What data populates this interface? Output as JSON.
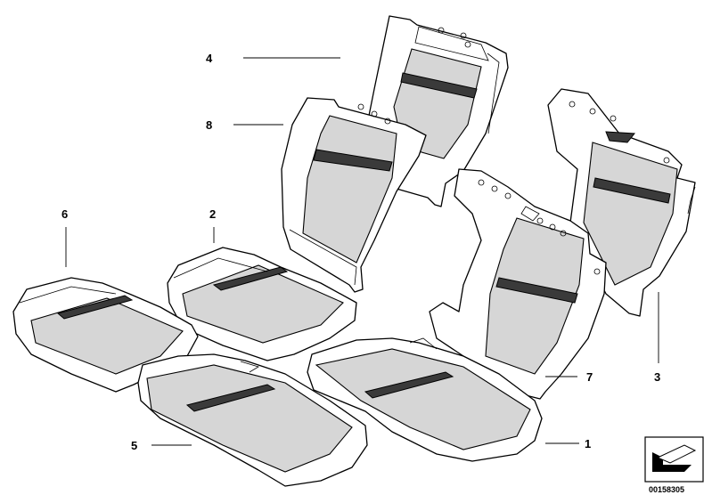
{
  "callouts": {
    "c1": "1",
    "c2": "2",
    "c3": "3",
    "c4": "4",
    "c5": "5",
    "c6": "6",
    "c7": "7",
    "c8": "8"
  },
  "diagram_id": "00158305",
  "colors": {
    "line": "#000000",
    "shade": "#d6d6d6",
    "dark": "#3a3a3a",
    "background": "#ffffff"
  },
  "icons": {
    "corner_symbol": "arrow-pointer-icon"
  }
}
